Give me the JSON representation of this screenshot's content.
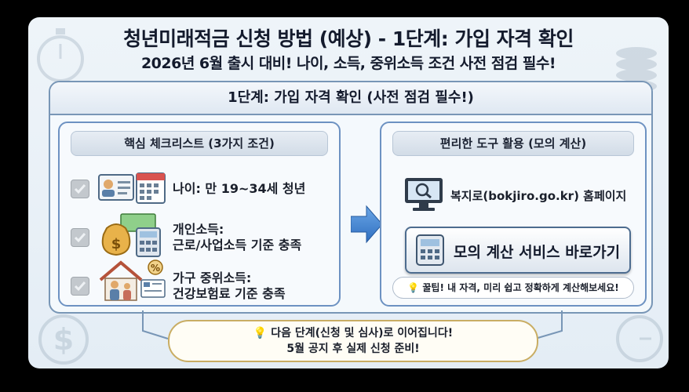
{
  "header": {
    "title": "청년미래적금 신청 방법 (예상) - 1단계: 가입 자격 확인",
    "subtitle": "2026년 6월 출시 대비! 나이, 소득, 중위소득 조건 사전 점검 필수!"
  },
  "main_panel": {
    "title": "1단계: 가입 자격 확인 (사전 점검 필수!)"
  },
  "checklist": {
    "title": "핵심 체크리스트 (3가지 조건)",
    "items": [
      {
        "icon": "id-card-calendar-icon",
        "line1": "나이: 만 19~34세 청년",
        "line2": ""
      },
      {
        "icon": "money-bag-calculator-icon",
        "line1": "개인소득:",
        "line2": "근로/사업소득 기준 충족"
      },
      {
        "icon": "house-family-icon",
        "line1": "가구 중위소득:",
        "line2": "건강보험료 기준 충족"
      }
    ]
  },
  "tools": {
    "title": "편리한 도구 활용 (모의 계산)",
    "site_text": "복지로(bokjiro.go.kr) 홈페이지",
    "calc_button_label": "모의 계산 서비스 바로가기",
    "tip_text": "꿀팁! 내 자격, 미리 쉽고 정확하게 계산해보세요!"
  },
  "footer": {
    "line1": "다음 단계(신청 및 심사)로 이어집니다!",
    "line2": "5월 공지 후 실제 신청 준비!"
  },
  "colors": {
    "panel_border": "#7896b6",
    "box_border": "#6d92c2",
    "arrow": "#3b7fd1",
    "footer_border": "#c9ad63"
  }
}
